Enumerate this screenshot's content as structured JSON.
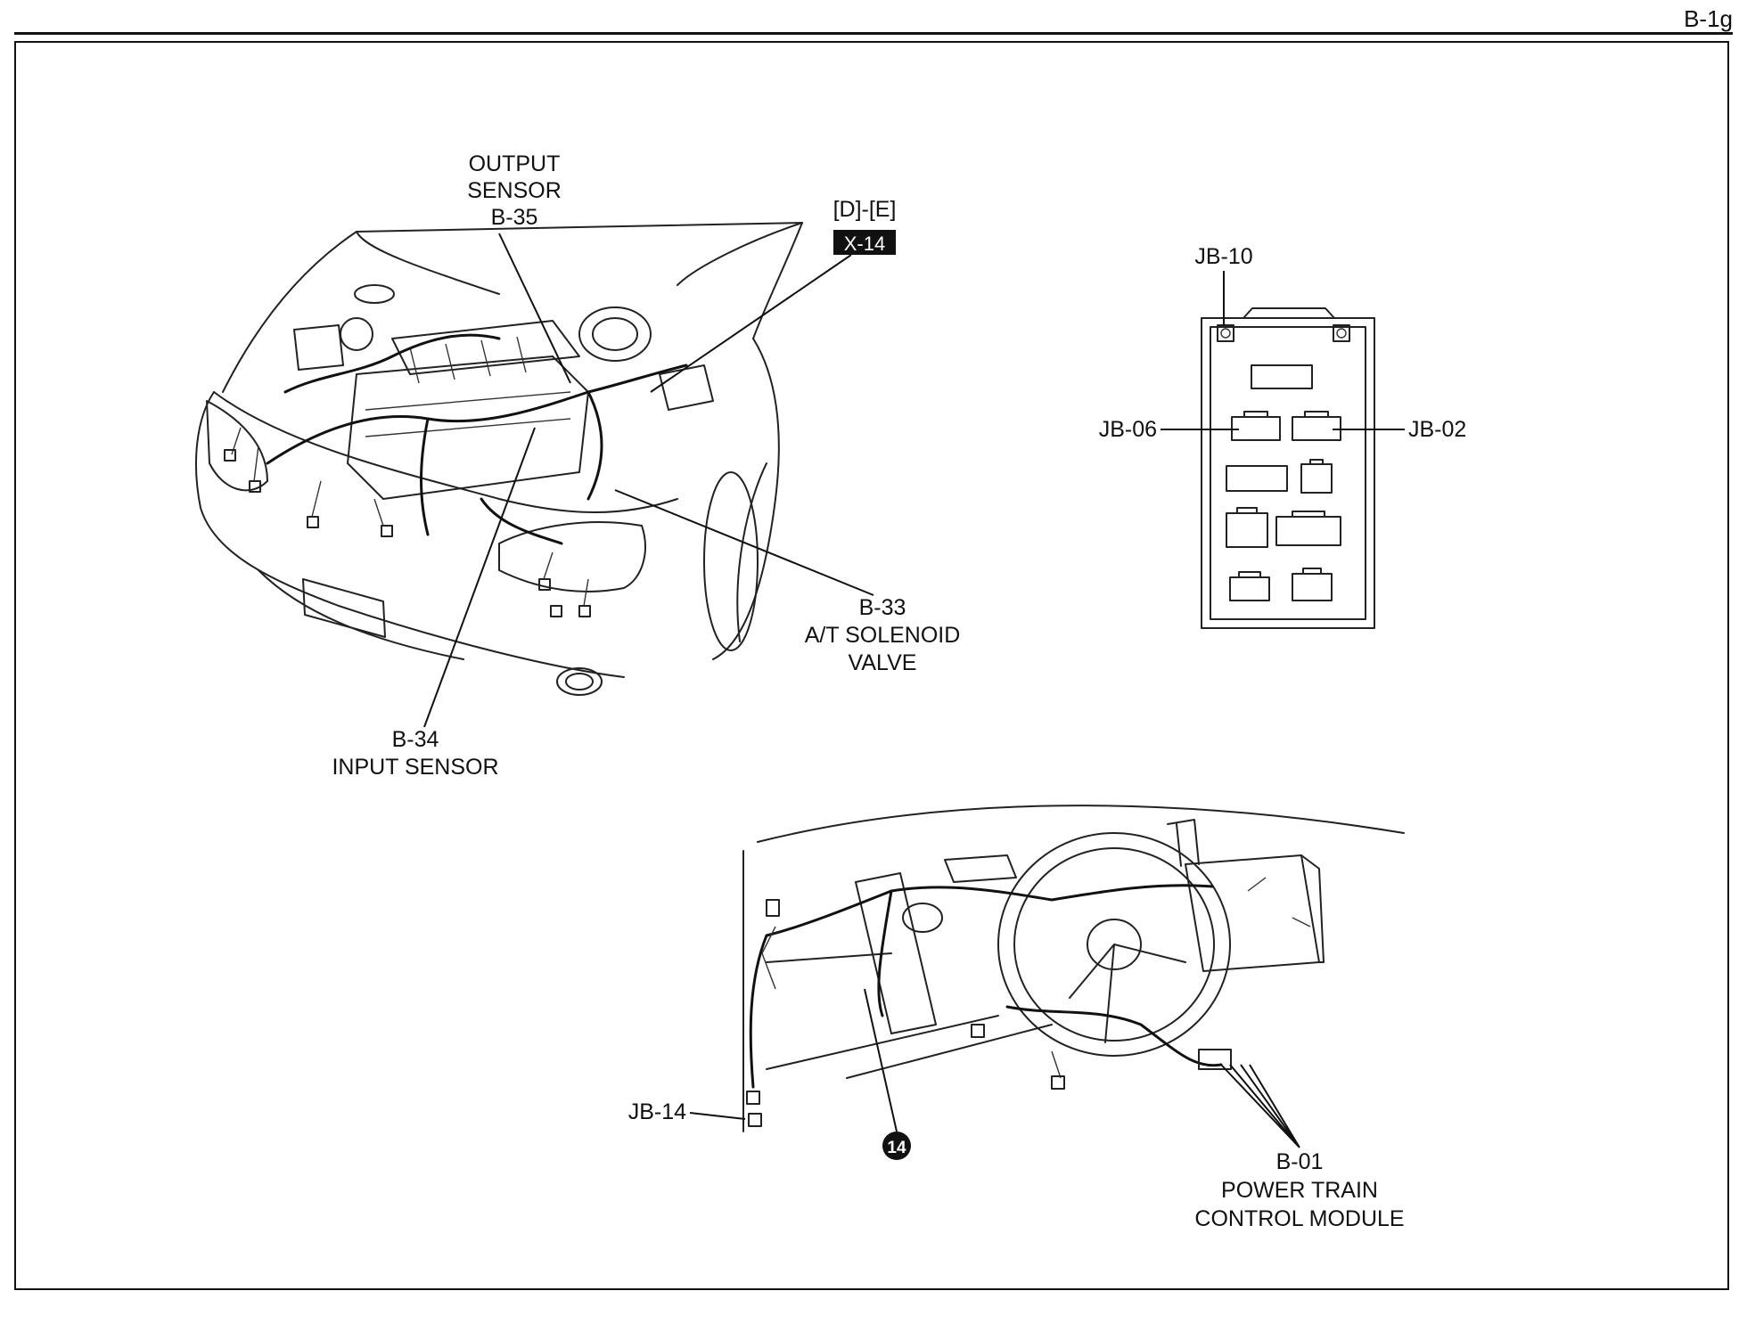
{
  "page_id": "B-1g",
  "engine_bay": {
    "output_sensor": {
      "line1": "OUTPUT",
      "line2": "SENSOR",
      "code": "B-35"
    },
    "section_ref": "[D]-[E]",
    "connector_ref": "X-14",
    "solenoid": {
      "code": "B-33",
      "line1": "A/T SOLENOID",
      "line2": "VALVE"
    },
    "input_sensor": {
      "code": "B-34",
      "name": "INPUT SENSOR"
    }
  },
  "junction_box": {
    "top": "JB-10",
    "left": "JB-06",
    "right": "JB-02"
  },
  "dashboard": {
    "jb14": "JB-14",
    "badge": "14",
    "pcm": {
      "code": "B-01",
      "line1": "POWER TRAIN",
      "line2": "CONTROL MODULE"
    }
  }
}
